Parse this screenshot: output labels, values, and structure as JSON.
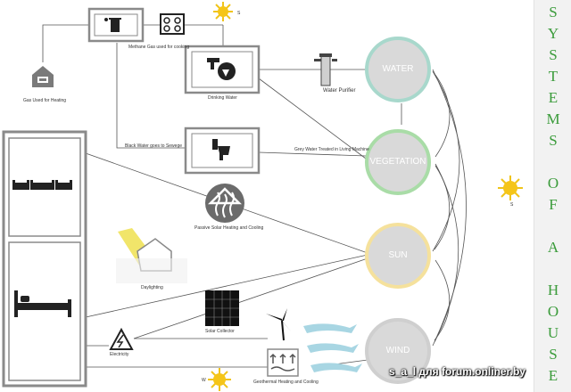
{
  "title_letters": [
    "S",
    "Y",
    "S",
    "T",
    "E",
    "M",
    "S",
    "O",
    "F",
    "A",
    "H",
    "O",
    "U",
    "S",
    "E"
  ],
  "systems": [
    {
      "name": "WATER",
      "ring_color": "#a8d8cc"
    },
    {
      "name": "VEGETATION",
      "ring_color": "#a9dca7"
    },
    {
      "name": "SUN",
      "ring_color": "#f5e19c"
    },
    {
      "name": "WIND",
      "ring_color": "#cfcfcf"
    }
  ],
  "labels": {
    "methane": "Methane Gas used for cooking",
    "drinking": "Drinking Water",
    "purifier": "Water Purifier",
    "gas_heating": "Gas Used for Heating",
    "black_water": "Black Water goes to Sewege",
    "grey_water": "Grey Water Treated in Living Machine",
    "passive_solar": "Passive Solar Heating and Cooling",
    "daylighting": "Daylighting",
    "solar_collector": "Solar Collector",
    "electricity": "Electricity",
    "geothermal": "Geothermal Heating and Cooling",
    "sun_s_top": "S",
    "sun_s_right": "S",
    "sun_w_bottom": "W"
  },
  "watermark": "s_a_l для forum.onliner.by",
  "colors": {
    "box_border": "#8a8a8a",
    "line": "#555555",
    "sidebar_text": "#3a9b3a",
    "circle_fill": "#d9d9d9"
  }
}
